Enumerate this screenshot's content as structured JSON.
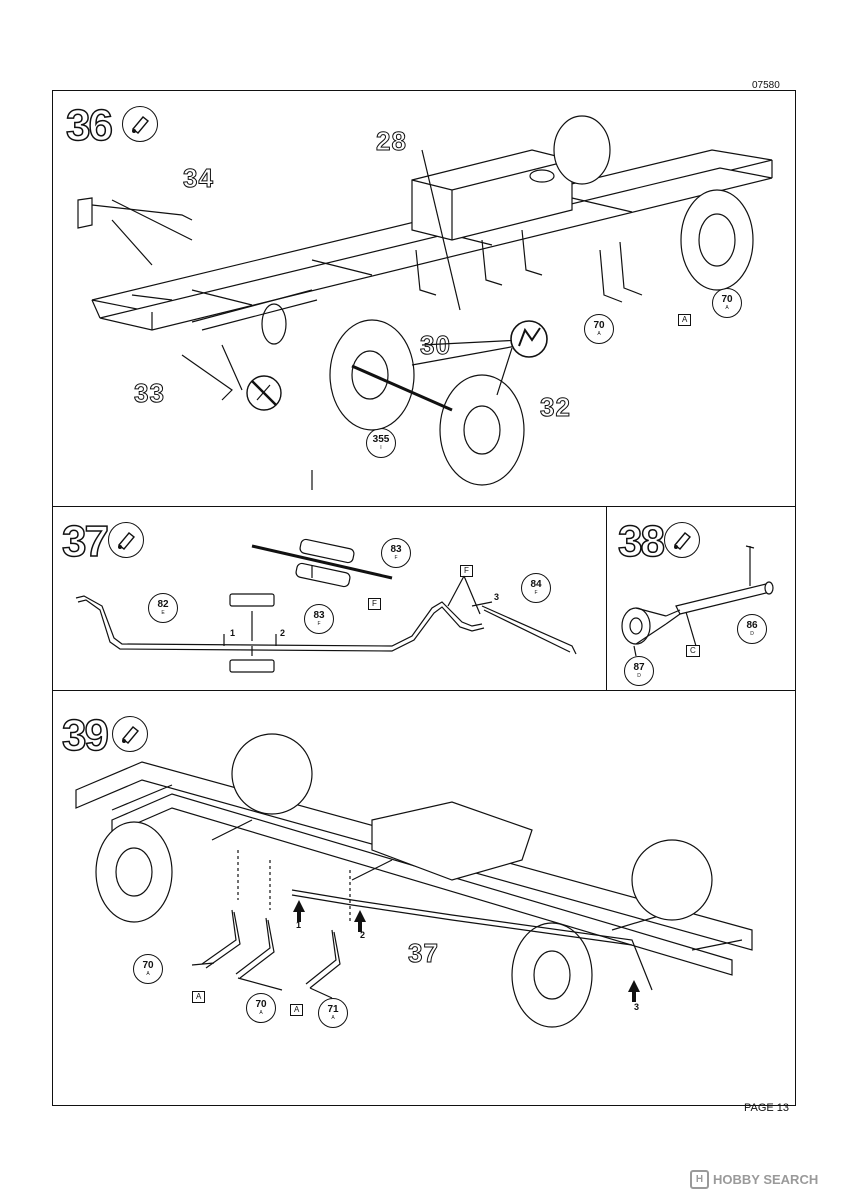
{
  "header": {
    "doc_code": "07580"
  },
  "footer": {
    "page_number": "PAGE 13",
    "watermark_text": "HOBBY SEARCH",
    "watermark_logo": "H"
  },
  "steps": [
    {
      "number": "36",
      "callouts": [
        "28",
        "34",
        "33",
        "30",
        "32"
      ],
      "parts": [
        {
          "num": "70",
          "letter": "A"
        },
        {
          "num": "70",
          "letter": "A"
        },
        {
          "num": "355",
          "letter": "I"
        }
      ],
      "flags": [
        "A"
      ]
    },
    {
      "number": "37",
      "parts": [
        {
          "num": "83",
          "letter": "F"
        },
        {
          "num": "83",
          "letter": "F"
        },
        {
          "num": "82",
          "letter": "E"
        },
        {
          "num": "84",
          "letter": "F"
        }
      ],
      "flags": [
        "F",
        "F"
      ],
      "markers": [
        "1",
        "2",
        "3"
      ]
    },
    {
      "number": "38",
      "parts": [
        {
          "num": "86",
          "letter": "D"
        },
        {
          "num": "87",
          "letter": "D"
        }
      ],
      "flags": [
        "C"
      ]
    },
    {
      "number": "39",
      "callouts": [
        "37"
      ],
      "parts": [
        {
          "num": "70",
          "letter": "A"
        },
        {
          "num": "70",
          "letter": "A"
        },
        {
          "num": "71",
          "letter": "A"
        }
      ],
      "flags": [
        "A",
        "A"
      ],
      "markers": [
        "1",
        "2",
        "3"
      ]
    }
  ],
  "icons": {
    "glue": "glue-tube-icon",
    "no_glue": "no-glue-icon",
    "rotate": "rotate-arrow-icon"
  }
}
